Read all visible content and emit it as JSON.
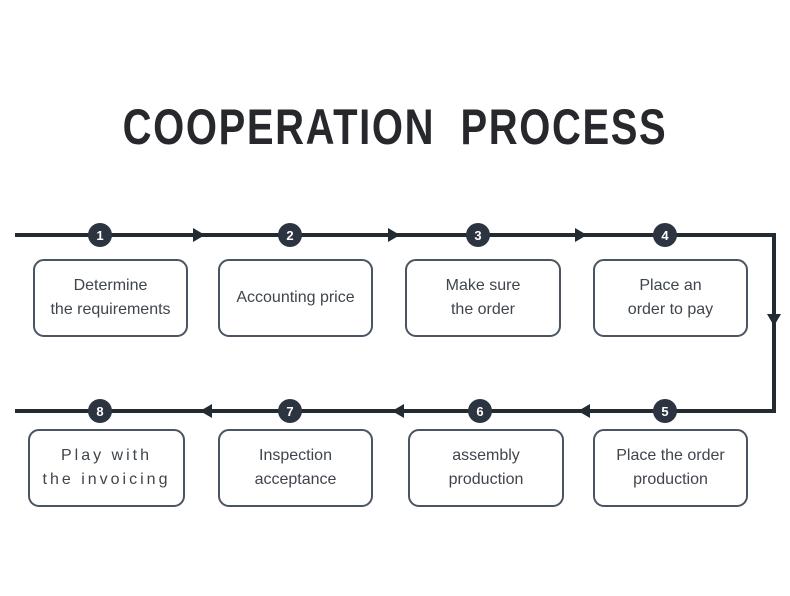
{
  "title": "COOPERATION  PROCESS",
  "colors": {
    "line": "#222a32",
    "badge_background": "#2b3440",
    "badge_text": "#ffffff",
    "box_border": "#4a5463",
    "box_text": "#3f454d",
    "title_text": "#26282c",
    "background": "#ffffff"
  },
  "steps": [
    {
      "num": "1",
      "line1": "Determine",
      "line2": "the requirements"
    },
    {
      "num": "2",
      "line1": "Accounting price"
    },
    {
      "num": "3",
      "line1": "Make sure",
      "line2": "the order"
    },
    {
      "num": "4",
      "line1": "Place an",
      "line2": "order to pay"
    },
    {
      "num": "5",
      "line1": "Place the order",
      "line2": "production"
    },
    {
      "num": "6",
      "line1": "assembly",
      "line2": "production"
    },
    {
      "num": "7",
      "line1": "Inspection",
      "line2": "acceptance"
    },
    {
      "num": "8",
      "line1": "Play with",
      "line2": "the invoicing"
    }
  ]
}
